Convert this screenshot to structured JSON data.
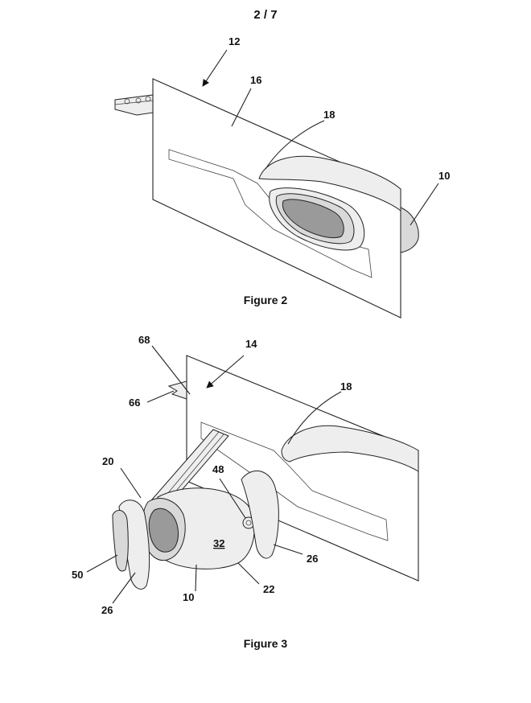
{
  "page": {
    "number": "2 / 7"
  },
  "figures": [
    {
      "caption": "Figure 2",
      "labels": {
        "l12": "12",
        "l16": "16",
        "l18": "18",
        "l10": "10"
      }
    },
    {
      "caption": "Figure 3",
      "labels": {
        "l68": "68",
        "l14": "14",
        "l66": "66",
        "l18": "18",
        "l20": "20",
        "l48": "48",
        "l32": "32",
        "l50": "50",
        "l26a": "26",
        "l26b": "26",
        "l10": "10",
        "l22": "22"
      }
    }
  ]
}
